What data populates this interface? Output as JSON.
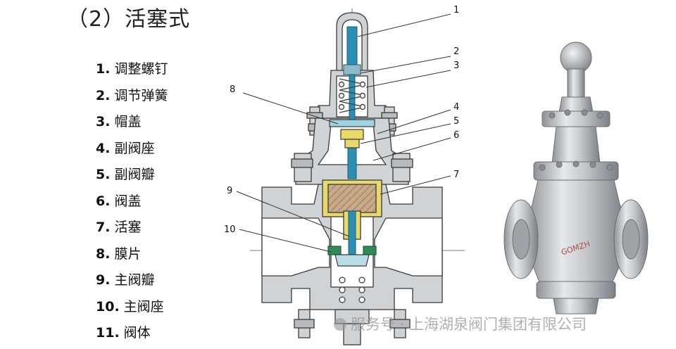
{
  "title": "（2）活塞式",
  "parts": [
    {
      "num": "1.",
      "name": "调整螺钉"
    },
    {
      "num": "2.",
      "name": "调节弹簧"
    },
    {
      "num": "3.",
      "name": "帽盖"
    },
    {
      "num": "4.",
      "name": "副阀座"
    },
    {
      "num": "5.",
      "name": "副阀瓣"
    },
    {
      "num": "6.",
      "name": "阀盖"
    },
    {
      "num": "7.",
      "name": "活塞"
    },
    {
      "num": "8.",
      "name": "膜片"
    },
    {
      "num": "9.",
      "name": "主阀瓣"
    },
    {
      "num": "10.",
      "name": "主阀座"
    },
    {
      "num": "11.",
      "name": "阀体"
    }
  ],
  "callouts": [
    "1",
    "2",
    "3",
    "4",
    "5",
    "6",
    "7",
    "8",
    "9",
    "10"
  ],
  "brand_mark": "GOMZH",
  "watermark": "服务号 · 上海湖泉阀门集团有限公司",
  "colors": {
    "body": "#cfd3d6",
    "outline": "#3a3a3a",
    "stem": "#2a8fb0",
    "piston": "#e8d96a",
    "spring": "#c9a98a",
    "seat": "#2f8a55"
  }
}
